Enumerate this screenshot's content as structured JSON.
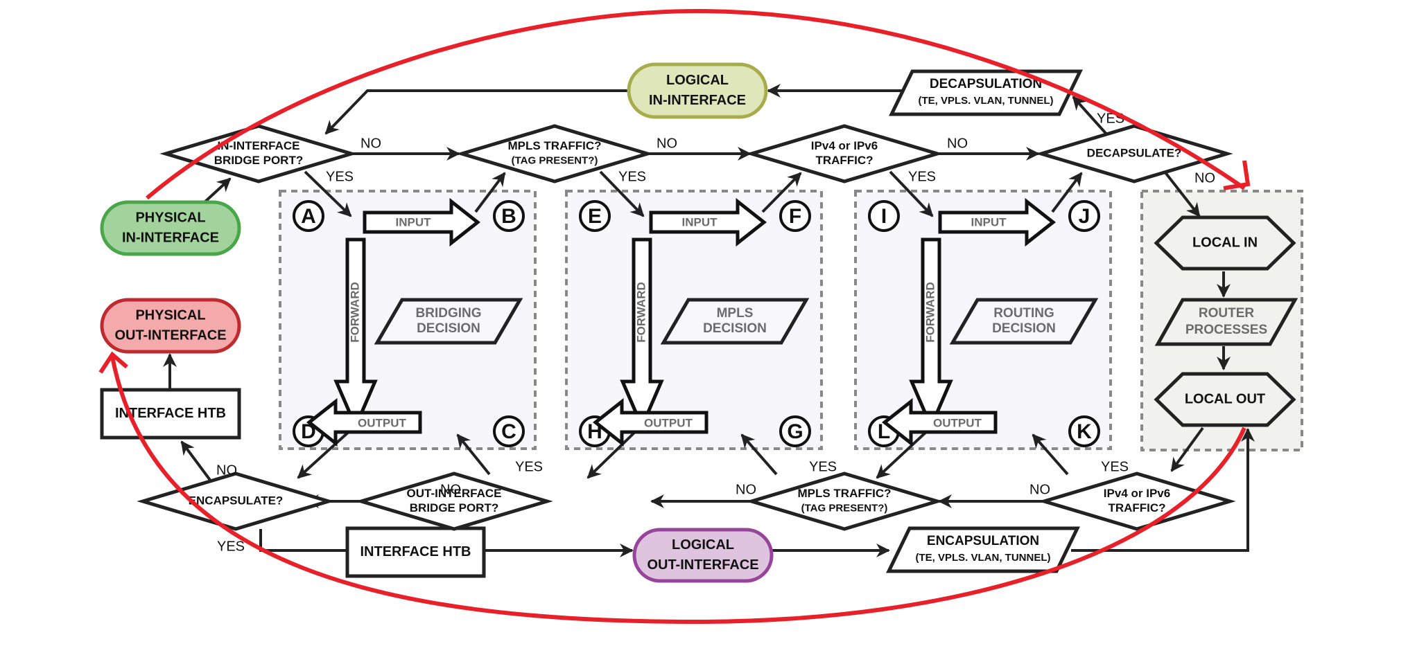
{
  "diagram": {
    "title": "Packet Flow Diagram",
    "colors": {
      "physical_in": {
        "fill": "#a3d39c",
        "stroke": "#4aa64a"
      },
      "physical_out": {
        "fill": "#f4a9aa",
        "stroke": "#be2a2f"
      },
      "logical_in": {
        "fill": "#dfe6b9",
        "stroke": "#a7ad4b"
      },
      "logical_out": {
        "fill": "#dfc4df",
        "stroke": "#97459a"
      },
      "highlight_path": "#e8202a"
    },
    "terminals": {
      "physical_in": [
        "PHYSICAL",
        "IN-INTERFACE"
      ],
      "physical_out": [
        "PHYSICAL",
        "OUT-INTERFACE"
      ],
      "logical_in": [
        "LOGICAL",
        "IN-INTERFACE"
      ],
      "logical_out": [
        "LOGICAL",
        "OUT-INTERFACE"
      ]
    },
    "boxes": {
      "htb_left": "INTERFACE HTB",
      "htb_bottom": "INTERFACE HTB",
      "decapsulation": [
        "DECAPSULATION",
        "(TE, VPLS. VLAN, TUNNEL)"
      ],
      "encapsulation": [
        "ENCAPSULATION",
        "(TE, VPLS. VLAN, TUNNEL)"
      ]
    },
    "decisions_top": [
      [
        "IN-INTERFACE",
        "BRIDGE PORT?"
      ],
      [
        "MPLS TRAFFIC?",
        "(TAG PRESENT?)"
      ],
      [
        "IPv4 or IPv6",
        "TRAFFIC?"
      ],
      [
        "DECAPSULATE?"
      ]
    ],
    "decisions_bottom": [
      [
        "ENCAPSULATE?"
      ],
      [
        "OUT-INTERFACE",
        "BRIDGE PORT?"
      ],
      [
        "MPLS TRAFFIC?",
        "(TAG PRESENT?)"
      ],
      [
        "IPv4 or IPv6",
        "TRAFFIC?"
      ]
    ],
    "edge_labels": {
      "yes": "YES",
      "no": "NO"
    },
    "panels": [
      {
        "letters": [
          "A",
          "B",
          "C",
          "D"
        ],
        "decision": [
          "BRIDGING",
          "DECISION"
        ]
      },
      {
        "letters": [
          "E",
          "F",
          "G",
          "H"
        ],
        "decision": [
          "MPLS",
          "DECISION"
        ]
      },
      {
        "letters": [
          "I",
          "J",
          "K",
          "L"
        ],
        "decision": [
          "ROUTING",
          "DECISION"
        ]
      }
    ],
    "panel_arrows": {
      "input": "INPUT",
      "output": "OUTPUT",
      "forward": "FORWARD"
    },
    "local": {
      "local_in": "LOCAL IN",
      "router_processes": [
        "ROUTER",
        "PROCESSES"
      ],
      "local_out": "LOCAL OUT"
    }
  }
}
